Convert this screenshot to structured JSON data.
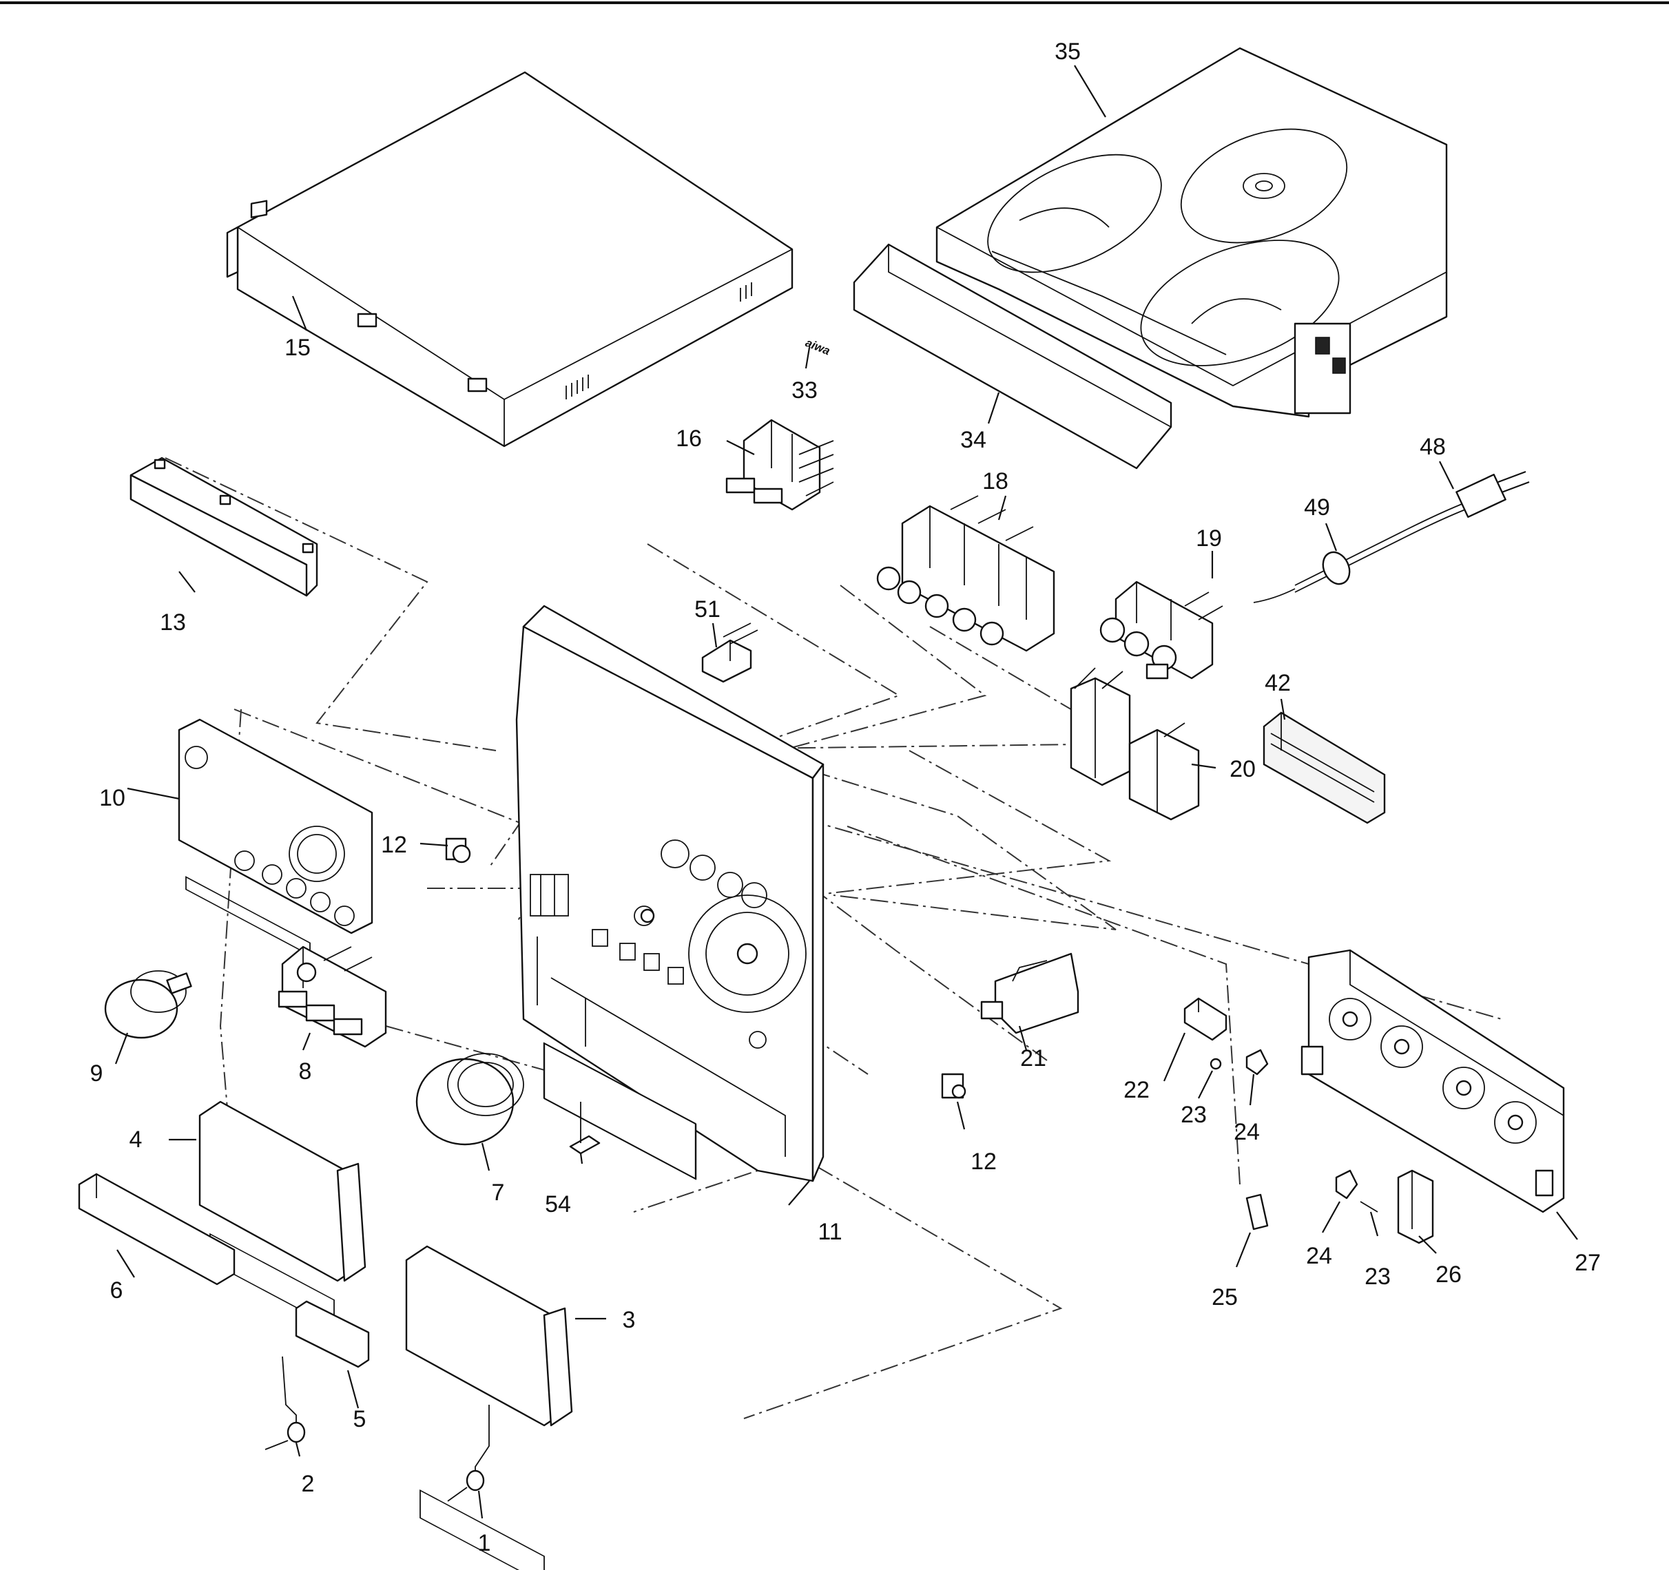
{
  "brand_label": "aiwa",
  "callouts": [
    {
      "id": "1",
      "label": "1"
    },
    {
      "id": "2",
      "label": "2"
    },
    {
      "id": "3",
      "label": "3"
    },
    {
      "id": "4",
      "label": "4"
    },
    {
      "id": "5",
      "label": "5"
    },
    {
      "id": "6",
      "label": "6"
    },
    {
      "id": "7",
      "label": "7"
    },
    {
      "id": "8",
      "label": "8"
    },
    {
      "id": "9",
      "label": "9"
    },
    {
      "id": "10",
      "label": "10"
    },
    {
      "id": "11",
      "label": "11"
    },
    {
      "id": "12a",
      "label": "12"
    },
    {
      "id": "12b",
      "label": "12"
    },
    {
      "id": "13",
      "label": "13"
    },
    {
      "id": "15",
      "label": "15"
    },
    {
      "id": "16",
      "label": "16"
    },
    {
      "id": "18",
      "label": "18"
    },
    {
      "id": "19",
      "label": "19"
    },
    {
      "id": "20",
      "label": "20"
    },
    {
      "id": "21",
      "label": "21"
    },
    {
      "id": "22",
      "label": "22"
    },
    {
      "id": "23a",
      "label": "23"
    },
    {
      "id": "23b",
      "label": "23"
    },
    {
      "id": "24a",
      "label": "24"
    },
    {
      "id": "24b",
      "label": "24"
    },
    {
      "id": "25",
      "label": "25"
    },
    {
      "id": "26",
      "label": "26"
    },
    {
      "id": "27",
      "label": "27"
    },
    {
      "id": "33",
      "label": "33"
    },
    {
      "id": "34",
      "label": "34"
    },
    {
      "id": "35",
      "label": "35"
    },
    {
      "id": "42",
      "label": "42"
    },
    {
      "id": "48",
      "label": "48"
    },
    {
      "id": "49",
      "label": "49"
    },
    {
      "id": "51",
      "label": "51"
    },
    {
      "id": "54",
      "label": "54"
    }
  ]
}
